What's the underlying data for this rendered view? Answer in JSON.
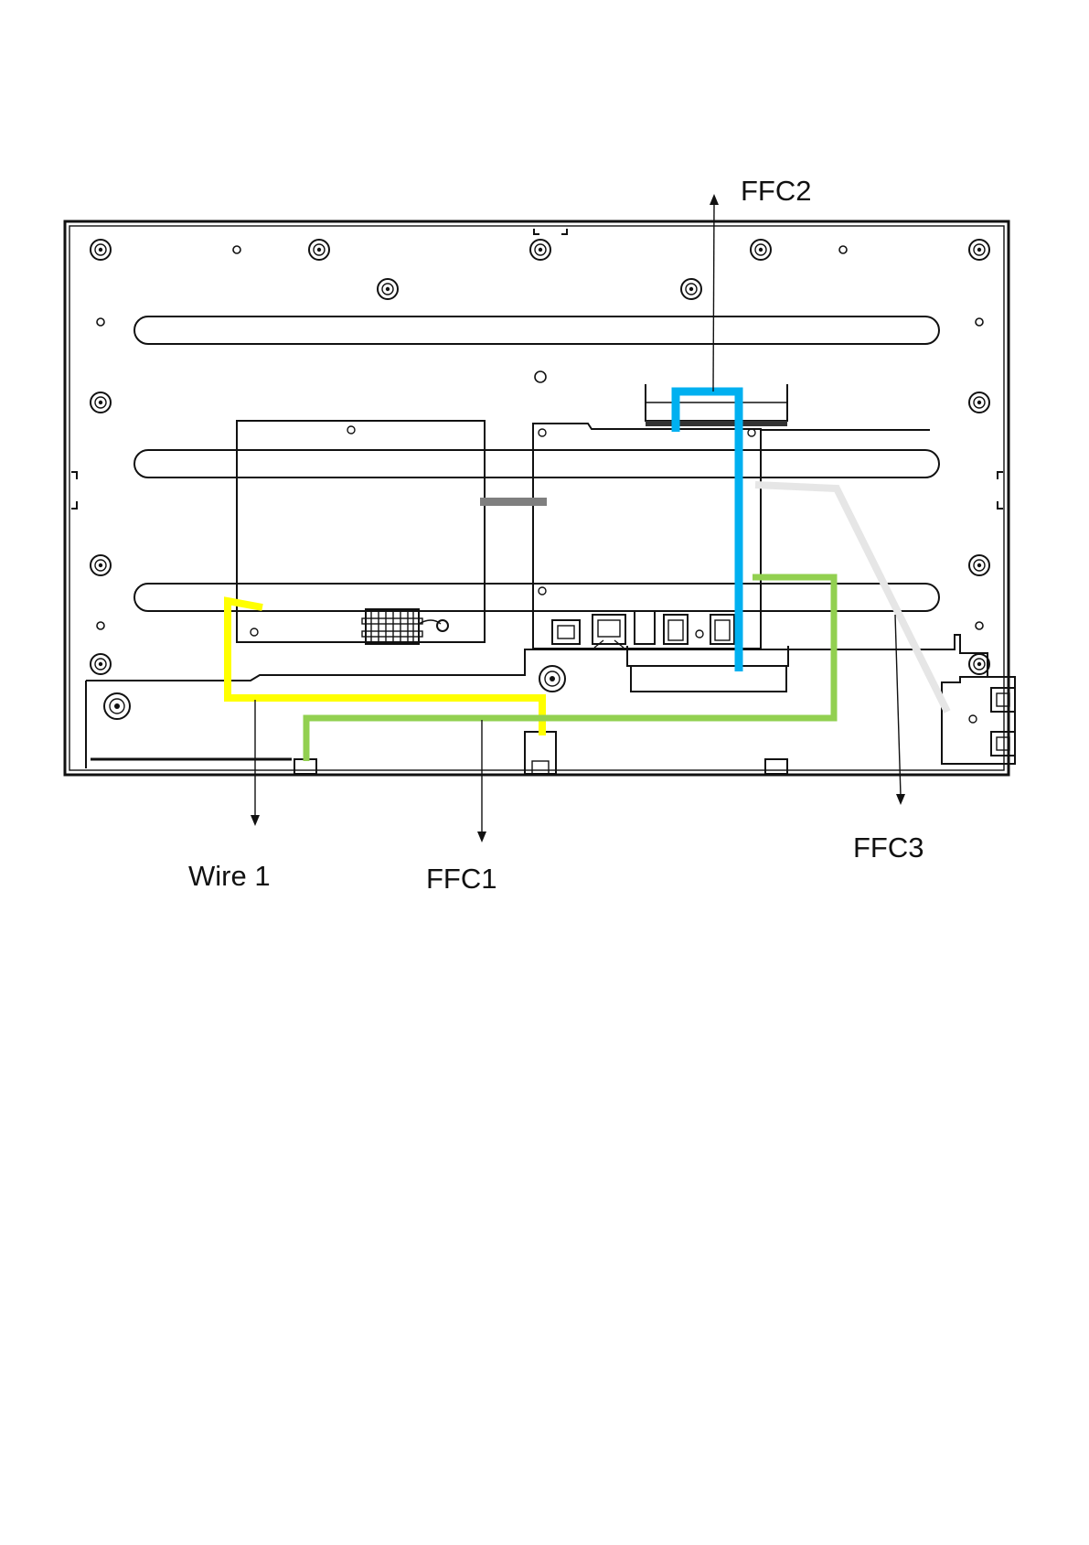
{
  "labels": {
    "ffc2": "FFC2",
    "wire1": "Wire 1",
    "ffc1": "FFC1",
    "ffc3": "FFC3"
  },
  "cable_colors": {
    "wire1": "#ffff00",
    "ffc1": "#92d050",
    "ffc2": "#00b0f0",
    "ffc3": "#e6e6e6",
    "connector": "#7f7f7f"
  },
  "icons": {
    "screw": "screw-boss-icon",
    "hole": "mounting-hole-icon",
    "arrow": "arrowhead-icon"
  }
}
